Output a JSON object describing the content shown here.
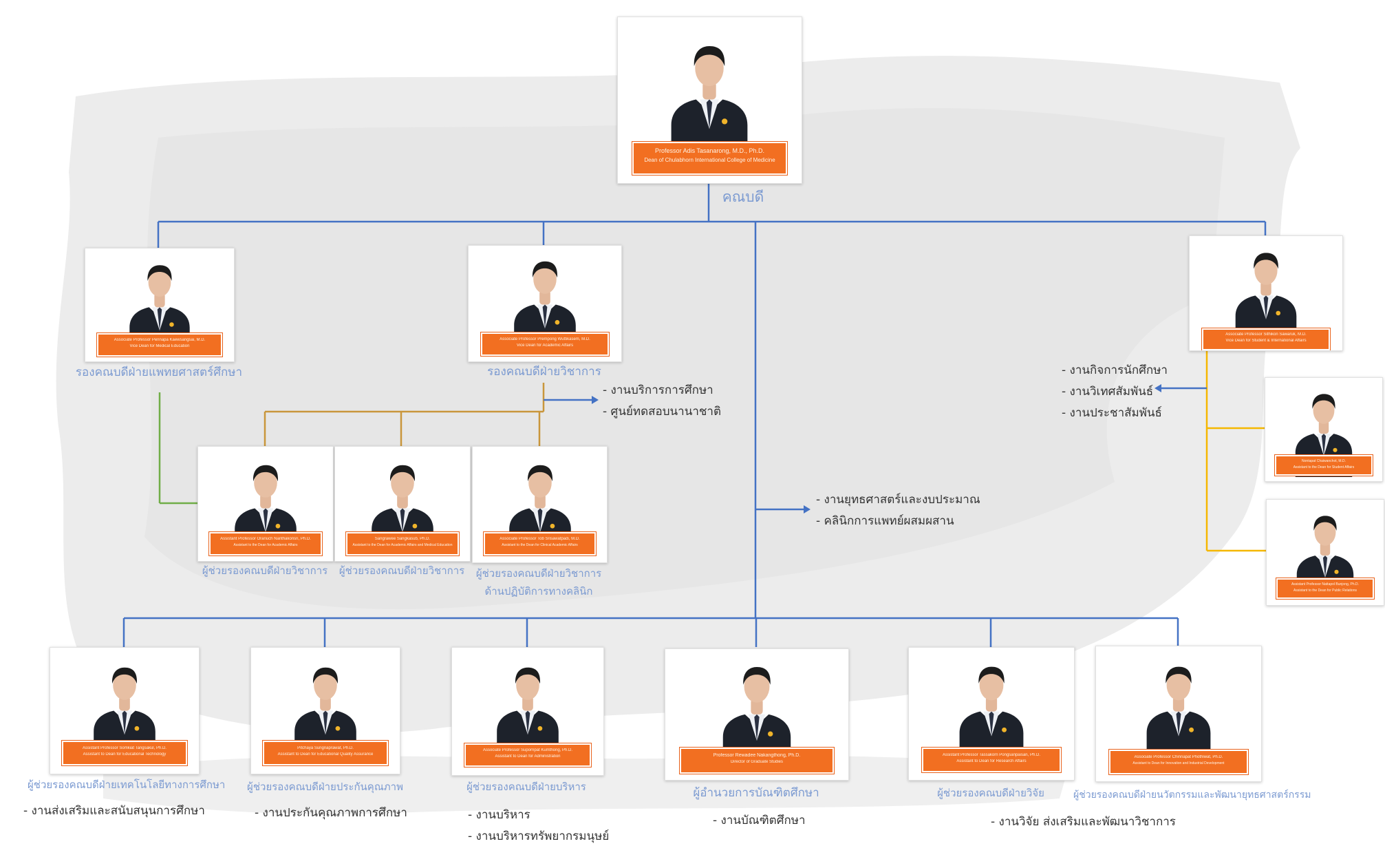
{
  "diagram": {
    "dean": {
      "name": "Professor Adis Tasanarong, M.D., Ph.D.",
      "title": "Dean of Chulabhorn International College of Medicine",
      "role": "คณบดี"
    },
    "vice_deans": [
      {
        "name": "Associate Professor Pennapa Kaewsangsai, M.D.",
        "title": "Vice Dean for Medical Education",
        "role": "รองคณบดีฝ่ายแพทยศาสตร์ศึกษา"
      },
      {
        "name": "Associate Professor Prempong Wuttikasem, M.D.",
        "title": "Vice Dean for Academic Affairs",
        "role": "รองคณบดีฝ่ายวิชาการ"
      },
      {
        "name": "Associate Professor Sithikon Sawaruk, M.D.",
        "title": "Vice Dean for Student & International Affairs",
        "role": ""
      }
    ],
    "academic_assistants": [
      {
        "name": "Assistant Professor Oranuch Nanthakonsri, Ph.D.",
        "title": "Assistant to the Dean for Academic Affairs",
        "role": "ผู้ช่วยรองคณบดีฝ่ายวิชาการ"
      },
      {
        "name": "Sangrawee Sangkasub, Ph.D.",
        "title": "Assistant to the Dean for Academic Affairs and Medical Education",
        "role": "ผู้ช่วยรองคณบดีฝ่ายวิชาการ"
      },
      {
        "name": "Associate Professor Tob Srisawatpadi, M.D.",
        "title": "Assistant to the Dean for Clinical Academic Affairs",
        "role": "ผู้ช่วยรองคณบดีฝ่ายวิชาการ\nด้านปฏิบัติการทางคลินิก"
      }
    ],
    "student_assistants": [
      {
        "name": "Nontapat Chaiwanchot, M.D.",
        "title": "Assistant to the Dean for Student Affairs"
      },
      {
        "name": "Assistant Professor Nattapol Bunjong, Ph.D.",
        "title": "Assistant to the Dean for Public Relations"
      }
    ],
    "assistants": [
      {
        "name": "Assistant Professor Somkiat Tangsakul, Ph.D.",
        "title": "Assistant to Dean for Educational Technology",
        "role": "ผู้ช่วยรองคณบดีฝ่ายเทคโนโลยีทางการศึกษา",
        "duties": [
          "- งานส่งเสริมและสนับสนุนการศึกษา"
        ]
      },
      {
        "name": "Pitchaya Sungnaprawat, Ph.D.",
        "title": "Assistant to Dean for Educational Quality Assurance",
        "role": "ผู้ช่วยรองคณบดีฝ่ายประกันคุณภาพ",
        "duties": [
          "- งานประกันคุณภาพการศึกษา"
        ]
      },
      {
        "name": "Associate Professor Supornpat Kumthong, Ph.D.",
        "title": "Assistant to Dean for Administration",
        "role": "ผู้ช่วยรองคณบดีฝ่ายบริหาร",
        "duties": [
          "- งานบริหาร",
          "- งานบริหารทรัพยากรมนุษย์"
        ]
      },
      {
        "name": "Professor Rewadee Nakangthong, Ph.D.",
        "title": "Director of Graduate Studies",
        "role": "ผู้อำนวยการบัณฑิตศึกษา",
        "duties": [
          "- งานบัณฑิตศึกษา"
        ]
      },
      {
        "name": "Assistant Professor Tassakorn Pongsanpaisan, Ph.D.",
        "title": "Assistant to Dean for Research Affairs",
        "role": "ผู้ช่วยรองคณบดีฝ่ายวิจัย",
        "duties": [
          "- งานวิจัย ส่งเสริมและพัฒนาวิชาการ"
        ]
      },
      {
        "name": "Associate Professor Chinnapat Phothiwat, Ph.D.",
        "title": "Assistant to Dean for Innovation and Industrial Development",
        "role": "ผู้ช่วยรองคณบดีฝ่ายนวัตกรรมและพัฒนายุทธศาสตร์กรรม",
        "duties": []
      }
    ],
    "academic_units": [
      "- งานบริการการศึกษา",
      "- ศูนย์ทดสอบนานาชาติ"
    ],
    "student_units": [
      "- งานกิจการนักศึกษา",
      "- งานวิเทศสัมพันธ์",
      "- งานประชาสัมพันธ์"
    ],
    "central_units": [
      "- งานยุทธศาสตร์และงบประมาณ",
      "- คลินิกการแพทย์ผสมผสาน"
    ],
    "colors": {
      "line_main": "#4472c4",
      "line_academic": "#c9963b",
      "line_medical_education": "#70ad47",
      "line_student": "#f5b700",
      "plate": "#f26f21",
      "caption": "#7b9ad1",
      "suit": "#1d222b"
    }
  }
}
